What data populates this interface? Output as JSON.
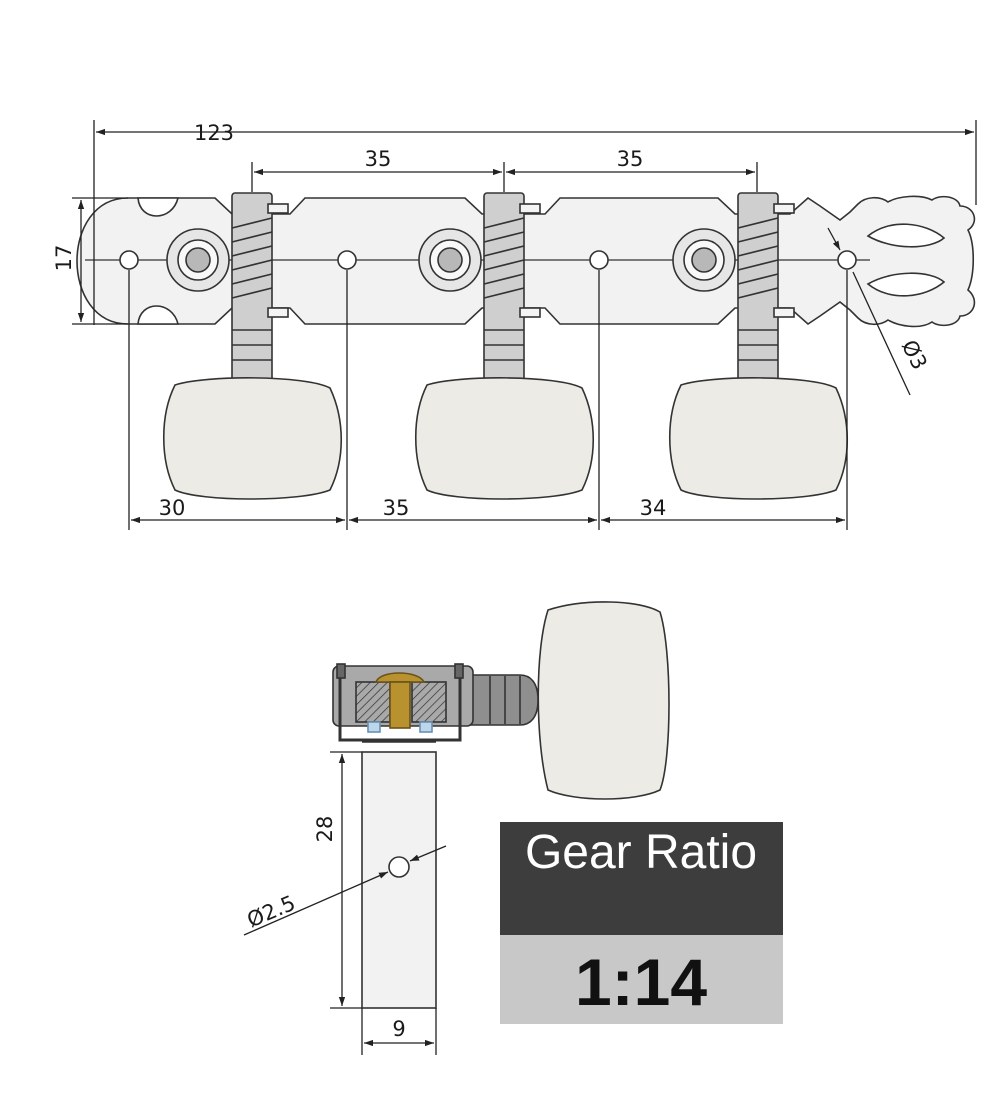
{
  "top_view": {
    "dim_total": "123",
    "dim_spacing_left": "35",
    "dim_spacing_right": "35",
    "dim_height": "17",
    "dim_hole": "Ø3",
    "dim_bottom_1": "30",
    "dim_bottom_2": "35",
    "dim_bottom_3": "34"
  },
  "side_view": {
    "dim_post_length": "28",
    "dim_post_hole": "Ø2.5",
    "dim_post_width": "9"
  },
  "gear_ratio": {
    "label": "Gear Ratio",
    "value": "1:14"
  },
  "colors": {
    "plate_fill": "#f2f2f2",
    "knob_fill": "#ecebe5",
    "header_bg": "#3d3d3d",
    "value_bg": "#c8c8c8",
    "brass": "#b8922f"
  }
}
